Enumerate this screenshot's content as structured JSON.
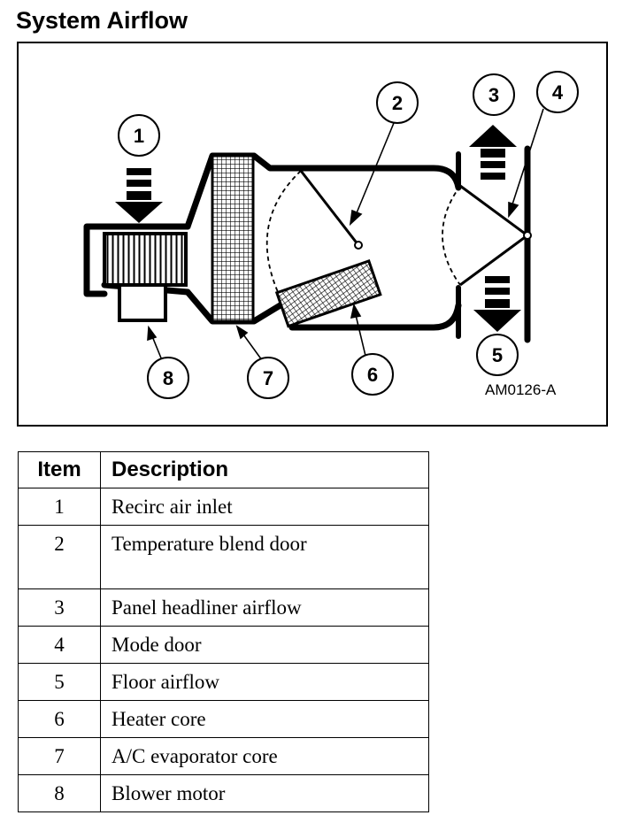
{
  "title": "System Airflow",
  "figure_code": "AM0126-A",
  "callouts": [
    "1",
    "2",
    "3",
    "4",
    "5",
    "6",
    "7",
    "8"
  ],
  "table": {
    "headers": {
      "item": "Item",
      "description": "Description"
    },
    "rows": [
      {
        "item": "1",
        "description": "Recirc air inlet"
      },
      {
        "item": "2",
        "description": "Temperature blend door"
      },
      {
        "item": "3",
        "description": "Panel headliner airflow"
      },
      {
        "item": "4",
        "description": "Mode door"
      },
      {
        "item": "5",
        "description": "Floor airflow"
      },
      {
        "item": "6",
        "description": "Heater core"
      },
      {
        "item": "7",
        "description": "A/C evaporator core"
      },
      {
        "item": "8",
        "description": "Blower motor"
      }
    ]
  }
}
